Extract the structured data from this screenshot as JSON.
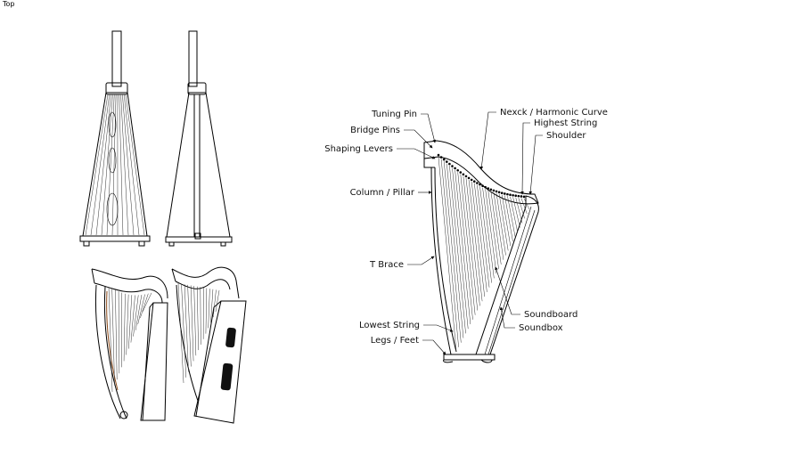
{
  "viewport": {
    "label": "Top"
  },
  "diagram": {
    "labels": {
      "tuning_pin": "Tuning Pin",
      "bridge_pins": "Bridge Pins",
      "shaping_levers": "Shaping Levers",
      "column_pillar": "Column / Pillar",
      "t_brace": "T Brace",
      "lowest_string": "Lowest String",
      "legs_feet": "Legs / Feet",
      "neck_curve": "Nexck / Harmonic Curve",
      "highest_string": "Highest String",
      "shoulder": "Shoulder",
      "soundboard": "Soundboard",
      "soundbox": "Soundbox"
    }
  }
}
